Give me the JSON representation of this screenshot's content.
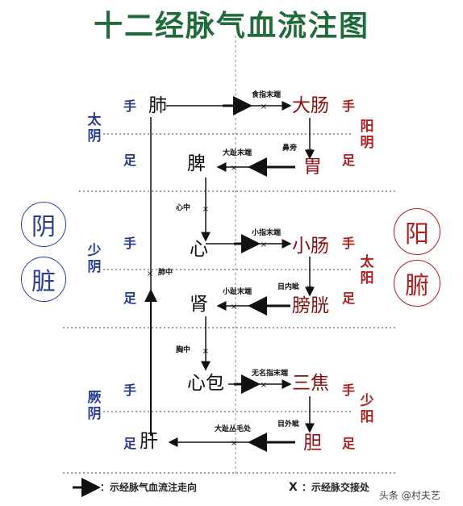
{
  "title": "十二经脉气血流注图",
  "groups": [
    {
      "yin": [
        "太",
        "阴"
      ],
      "yang": [
        "阳",
        "明"
      ]
    },
    {
      "yin": [
        "少",
        "阴"
      ],
      "yang": [
        "太",
        "阳"
      ]
    },
    {
      "yin": [
        "厥",
        "阴"
      ],
      "yang": [
        "少",
        "阳"
      ]
    }
  ],
  "hand_foot": {
    "hand": "手",
    "foot": "足"
  },
  "organs": {
    "lung": "肺",
    "large_intestine": "大肠",
    "stomach": "胃",
    "spleen": "脾",
    "heart": "心",
    "small_intestine": "小肠",
    "bladder": "膀胱",
    "kidney": "肾",
    "pericardium": "心包",
    "sanjiao": "三焦",
    "gallbladder": "胆",
    "liver": "肝"
  },
  "points": {
    "index_finger_tip": "食指末端",
    "nose_side": "鼻旁",
    "big_toe_tip": "大趾末端",
    "heart_center": "心中",
    "little_finger_tip": "小指末端",
    "lung_center": "肺中",
    "inner_canthus": "目内眦",
    "little_toe_tip": "小趾末端",
    "chest_center": "胸中",
    "ring_finger_tip": "无名指末端",
    "outer_canthus": "目外眦",
    "big_toe_hair": "大趾丛毛处"
  },
  "circles": {
    "yin": "阴",
    "zang": "脏",
    "yang": "阳",
    "fu": "腑"
  },
  "legend": {
    "arrow_text": "：示经脉气血流注走向",
    "cross_symbol": "X",
    "cross_text": "：示经脉交接处"
  },
  "watermark": "头条 @村夫艺",
  "colors": {
    "title": "#1f6b3a",
    "yin": "#2a3d96",
    "yang": "#b01e1e",
    "line": "#111111"
  }
}
